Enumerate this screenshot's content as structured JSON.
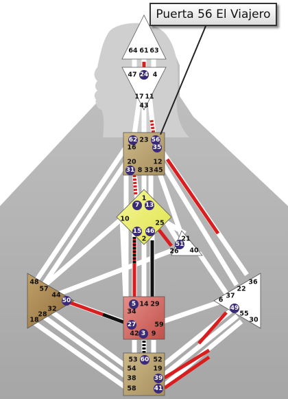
{
  "callout": {
    "text": "Puerta 56 El Viajero"
  },
  "colors": {
    "background_figure": "#b4b4b4",
    "channel_defined": "#d81e1e",
    "channel_other": "#111111",
    "channel_open": "#ffffff",
    "gate_badge": "#3a2a78",
    "center_head": "#ffffff",
    "center_ajna": "#ffffff",
    "center_throat": "#b9a374",
    "center_g": "#eef26a",
    "center_ego": "#ffffff",
    "center_spleen": "#a88654",
    "center_sacral": "#d26b66",
    "center_solar_plexus": "#ffffff",
    "center_root": "#b9a374"
  },
  "centers": {
    "head": {
      "gates": [
        "64",
        "61",
        "63"
      ]
    },
    "ajna": {
      "gates": [
        "47",
        "24",
        "4",
        "17",
        "11",
        "43"
      ],
      "active": [
        "24"
      ]
    },
    "throat": {
      "gates": [
        "62",
        "23",
        "56",
        "16",
        "35",
        "12",
        "20",
        "31",
        "8",
        "33",
        "45"
      ],
      "active": [
        "62",
        "56",
        "35",
        "31"
      ]
    },
    "g": {
      "gates": [
        "1",
        "7",
        "13",
        "10",
        "25",
        "15",
        "46",
        "2"
      ],
      "active": [
        "7",
        "13",
        "15",
        "46"
      ]
    },
    "ego": {
      "gates": [
        "21",
        "51",
        "26",
        "40"
      ],
      "active": [
        "51"
      ]
    },
    "spleen": {
      "gates": [
        "48",
        "57",
        "44",
        "50",
        "32",
        "28",
        "18"
      ],
      "active": [
        "50"
      ]
    },
    "sacral": {
      "gates": [
        "5",
        "14",
        "29",
        "34",
        "27",
        "59",
        "42",
        "3",
        "9"
      ],
      "active": [
        "5",
        "27",
        "3"
      ]
    },
    "solar_plexus": {
      "gates": [
        "36",
        "22",
        "6",
        "37",
        "49",
        "55",
        "30"
      ],
      "active": [
        "49"
      ]
    },
    "root": {
      "gates": [
        "53",
        "60",
        "52",
        "54",
        "19",
        "38",
        "39",
        "58",
        "41"
      ],
      "active": [
        "60",
        "39",
        "41"
      ]
    }
  }
}
